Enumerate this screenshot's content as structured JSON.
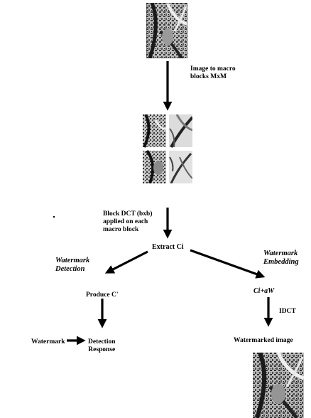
{
  "labels": {
    "image_to_macro_line1": "Image to macro",
    "image_to_macro_line2": "blocks MxM",
    "block_dct_line1": "Block DCT  (bxb)",
    "block_dct_line2": "applied on each",
    "block_dct_line3": "macro block",
    "extract_ci": "Extract Ci",
    "watermark_detection_line1": "Watermark",
    "watermark_detection_line2": "Detection",
    "watermark_embedding_line1": "Watermark",
    "watermark_embedding_line2": "Embedding",
    "produce_c": "Produce C'",
    "ci_alpha_w": "Ci+aW",
    "idct": "IDCT",
    "watermark": "Watermark",
    "detection_response_line1": "Detection",
    "detection_response_line2": "Response",
    "watermarked_image": "Watermarked image"
  },
  "images": {
    "original": "lena-image-original",
    "macro_blocks": "lena-image-macro-blocks",
    "watermarked": "lena-image-watermarked"
  },
  "colors": {
    "ink": "#000000",
    "background": "#ffffff",
    "image_dark": "#2a2a2a",
    "image_light": "#d9d9d9"
  }
}
